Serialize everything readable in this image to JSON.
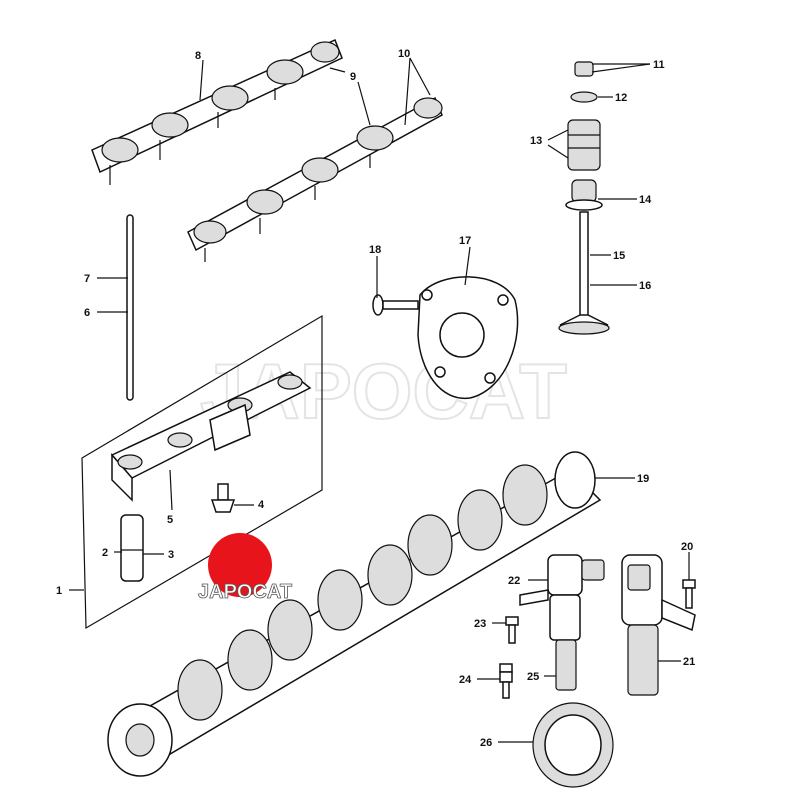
{
  "watermark": "JAPOCAT",
  "logo": {
    "text": "JAPOCAT",
    "color": "#e8141b"
  },
  "callouts": {
    "c1": "1",
    "c2": "2",
    "c3": "3",
    "c4": "4",
    "c5": "5",
    "c6": "6",
    "c7": "7",
    "c8": "8",
    "c9": "9",
    "c10": "10",
    "c11": "11",
    "c12": "12",
    "c13": "13",
    "c14": "14",
    "c15": "15",
    "c16": "16",
    "c17": "17",
    "c18": "18",
    "c19": "19",
    "c20": "20",
    "c21": "21",
    "c22": "22",
    "c23": "23",
    "c24": "24",
    "c25": "25",
    "c26": "26"
  }
}
